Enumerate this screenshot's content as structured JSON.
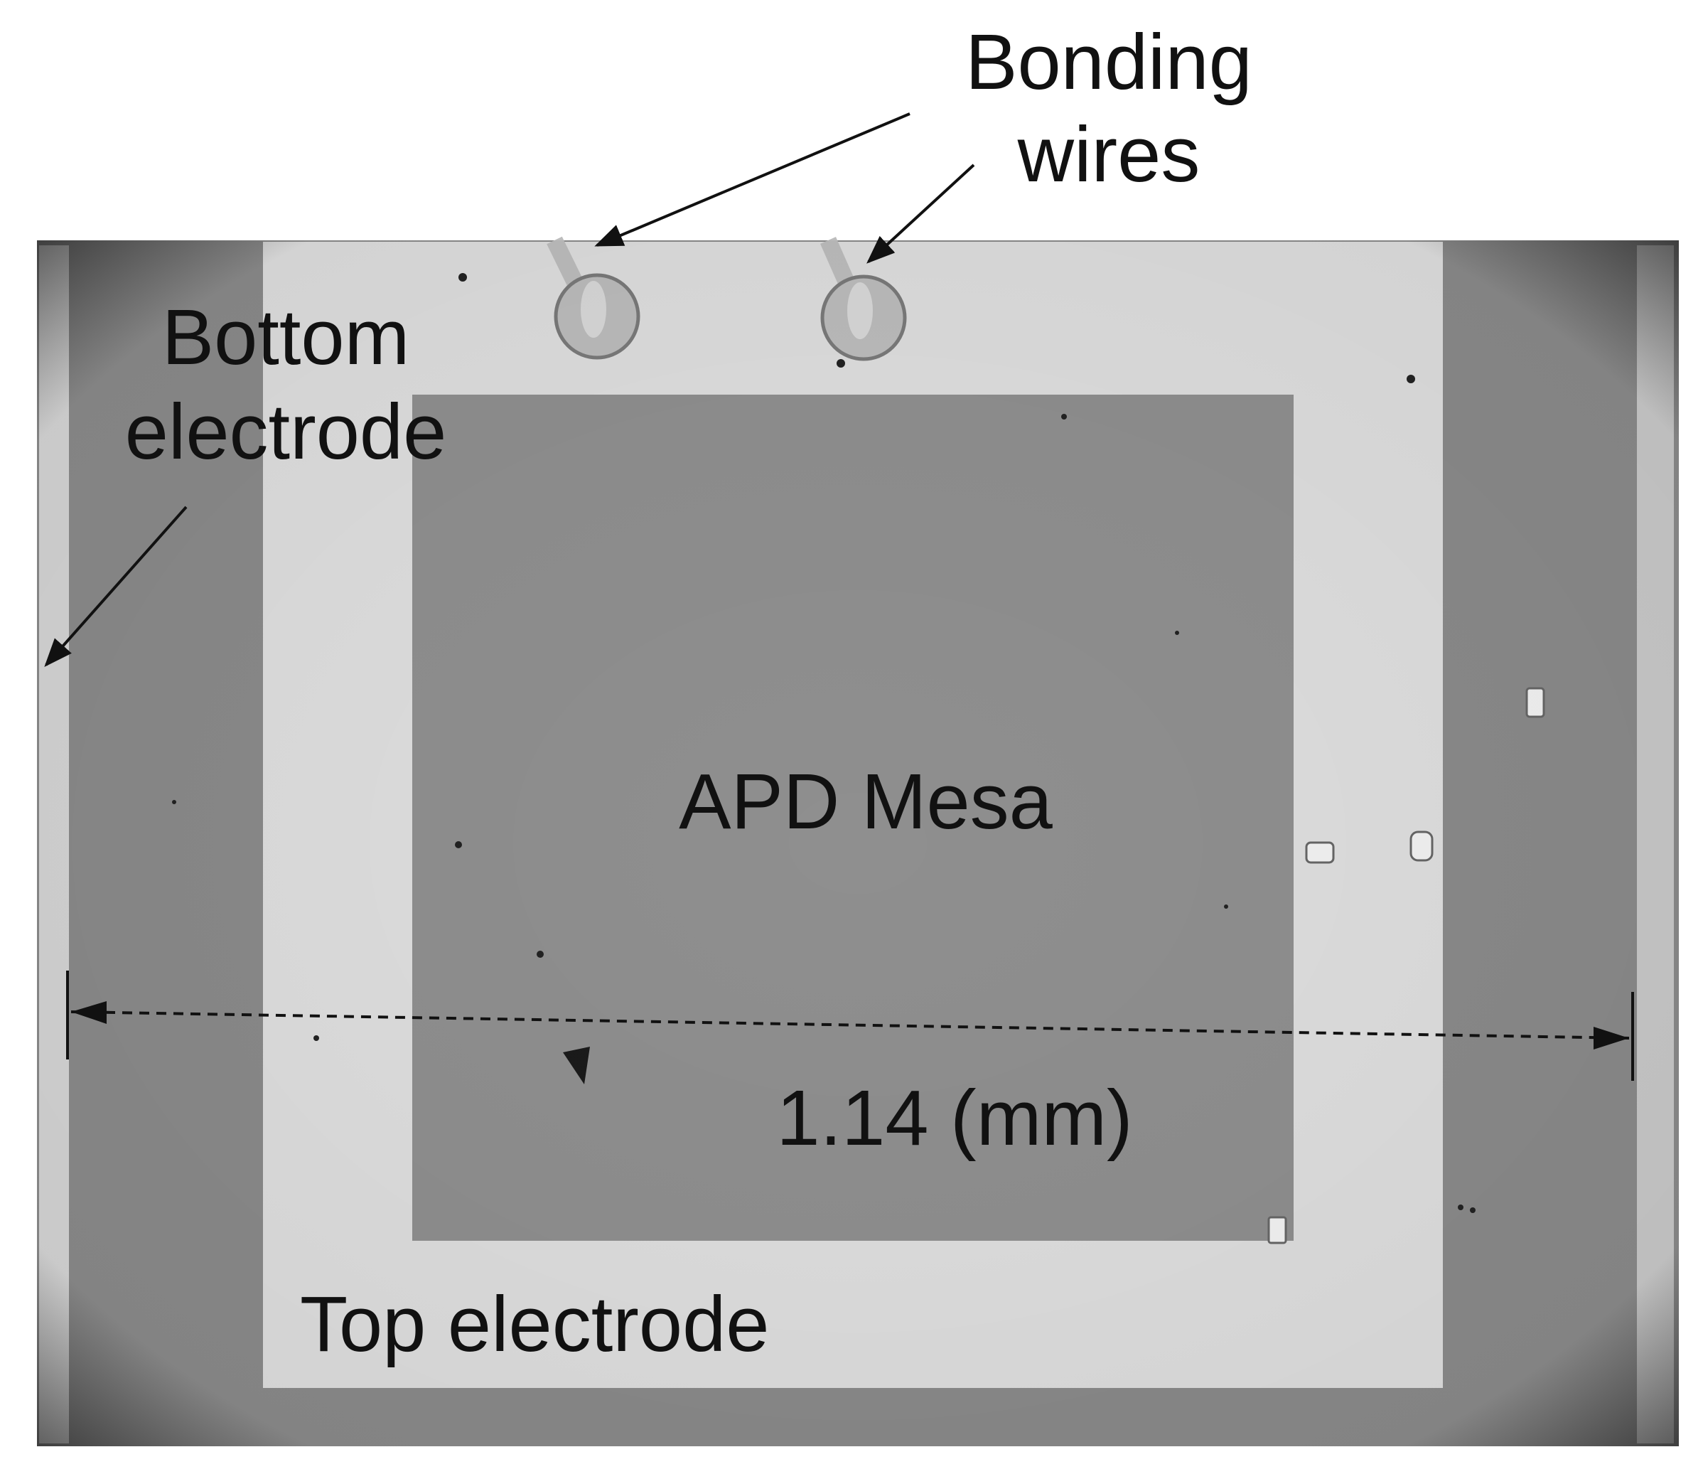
{
  "figure": {
    "labels": {
      "bonding_line1": "Bonding",
      "bonding_line2": "wires",
      "bottom_line1": "Bottom",
      "bottom_line2": "electrode",
      "apd_mesa": "APD Mesa",
      "dimension": "1.14 (mm)",
      "top_electrode": "Top electrode"
    },
    "colors": {
      "substrate": "#8a8a8a",
      "bottom_electrode_edge": "#d9d9d9",
      "top_electrode": "#dedede",
      "mesa": "#8f8f8f",
      "text": "#111111"
    }
  }
}
